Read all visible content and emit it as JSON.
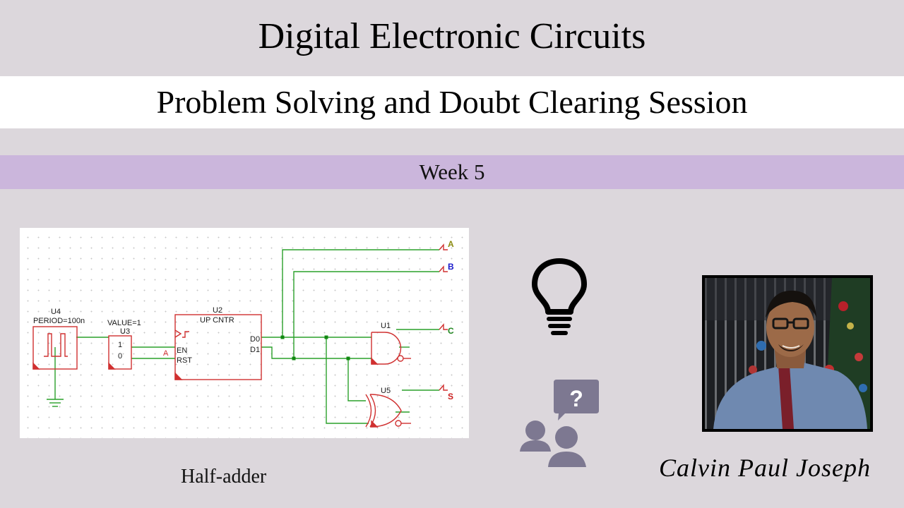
{
  "header": {
    "title": "Digital Electronic Circuits",
    "subtitle": "Problem Solving and Doubt Clearing Session",
    "week": "Week 5"
  },
  "schematic": {
    "u4": {
      "name": "U4",
      "param": "PERIOD=100n"
    },
    "u3": {
      "param": "VALUE=1",
      "name": "U3",
      "pin_hi": "1",
      "pin_lo": "0"
    },
    "u2": {
      "name": "U2",
      "type": "UP CNTR",
      "en": "EN",
      "rst": "RST",
      "d0": "D0",
      "d1": "D1"
    },
    "net_a": "A",
    "u1": {
      "name": "U1"
    },
    "u5": {
      "name": "U5"
    },
    "ports": {
      "a": "A",
      "b": "B",
      "c": "C",
      "s": "S"
    },
    "colors": {
      "wire": "#2aa02a",
      "part": "#d03030",
      "node": "#118811"
    }
  },
  "caption": "Half-adder",
  "icons": {
    "idea": "lightbulb-icon",
    "questions": "people-question-icon"
  },
  "presenter": {
    "name": "Calvin Paul Joseph"
  }
}
